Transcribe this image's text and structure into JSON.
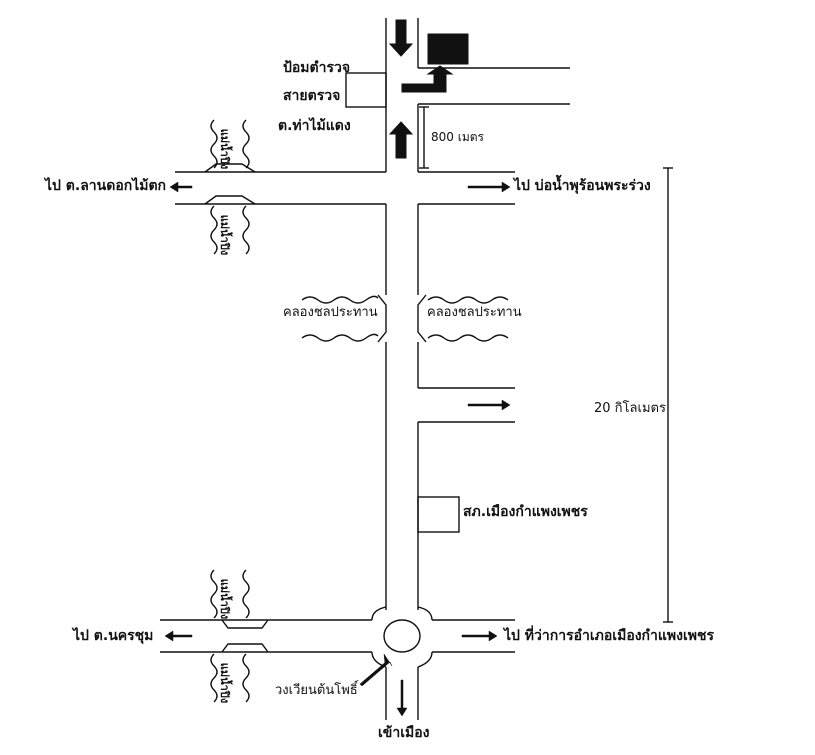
{
  "labels": {
    "checkpoint_line1": "ป้อมตำรวจ",
    "checkpoint_line2": "สายตรวจ",
    "checkpoint_line3": "ต.ท่าไม้แดง",
    "distance_800": "800 เมตร",
    "to_lan_dok_mai_tok": "ไป ต.ลานดอกไม้ตก",
    "to_bo_nam_phu_ron": "ไป บ่อน้ำพุร้อนพระร่วง",
    "canal_left": "คลองชลประทาน",
    "canal_right": "คลองชลประทาน",
    "distance_20km": "20 กิโลเมตร",
    "police_station": "สภ.เมืองกำแพงเพชร",
    "to_nakhon_chum": "ไป ต.นครชุม",
    "to_district_office": "ไป ที่ว่าการอำเภอเมืองกำแพงเพชร",
    "roundabout": "วงเวียนต้นโพธิ์",
    "to_city": "เข้าเมือง"
  },
  "river_labels": {
    "river_1": "แม่น้ำปิง",
    "river_2": "แม่น้ำปิง",
    "river_3": "แม่น้ำปิง",
    "river_4": "แม่น้ำปิง"
  },
  "colors": {
    "ink": "#111111",
    "background": "#ffffff"
  }
}
